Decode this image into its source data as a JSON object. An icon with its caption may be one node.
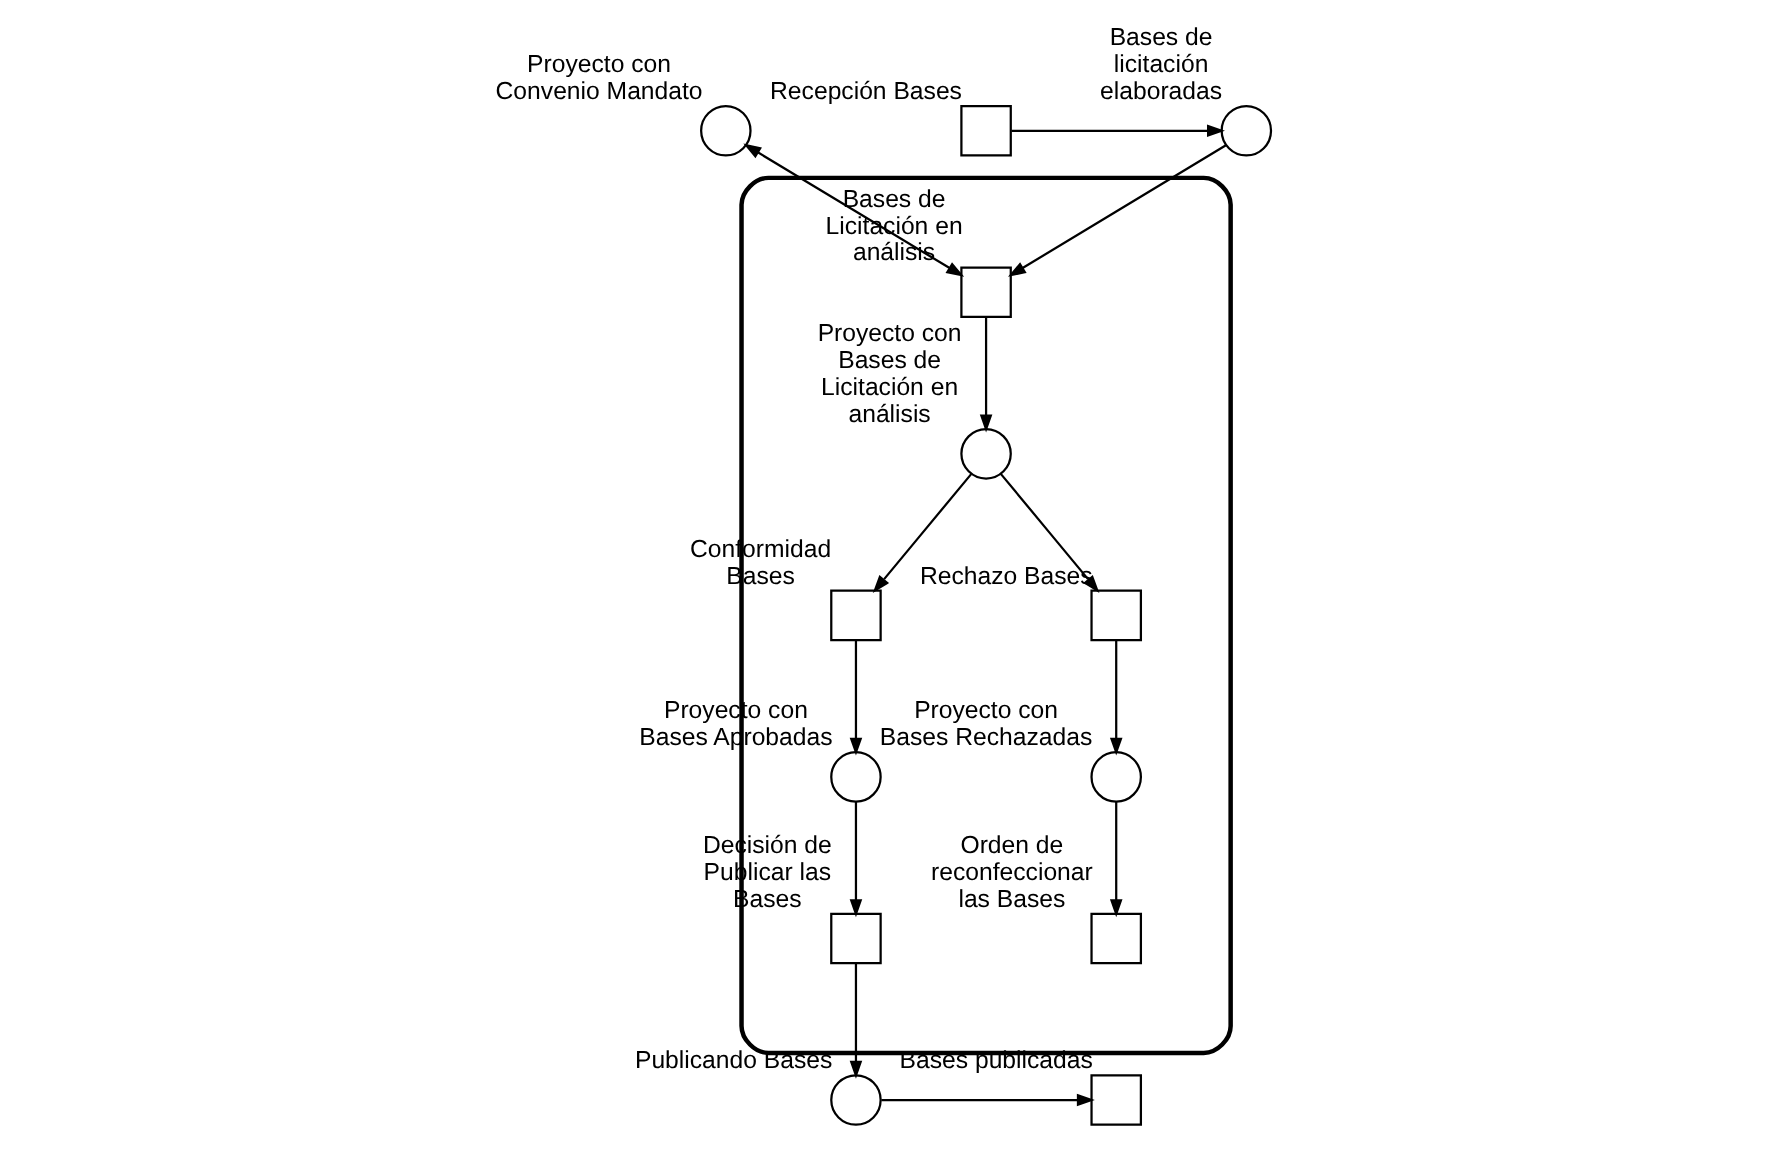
{
  "diagram": {
    "nodes": [
      {
        "text": [
          "Proyecto con Convenio Mandato"
        ]
      },
      {
        "text": [],
        "shape": "box"
      },
      {
        "text": [
          "Bases de Licitación en análisis"
        ],
        "in": 1
      },
      {
        "text": [
          "Proyecto con Bases de Licitación en análisis"
        ],
        "in": 1
      },
      {
        "text": [
          "Conformidad Bases"
        ],
        "in": 1
      },
      {
        "text": [
          "Rechazo Bases"
        ],
        "in": 1
      },
      {
        "text": [
          "Proyecto con Bases Aprobadas"
        ],
        "in": 1
      },
      {
        "text": [
          "Proyecto con Bases Rechazadas"
        ],
        "in": 1
      },
      {
        "text": [
          "Decisión de Publicar las Bases"
        ],
        "in": 1
      },
      {
        "text": [
          "Orden de reconfeccionar las Bases"
        ],
        "in": 1
      },
      {
        "text": [
          "Bases de licitación elaboradas"
        ]
      },
      {
        "text": [
          "Recepción Bases"
        ]
      },
      {
        "text": [
          "Publicando Bases"
        ]
      },
      {
        "text": [
          "Bases publicadas"
        ]
      }
    ],
    "edges": [
      {
        "from": 0,
        "to": 2,
        "arrow": "both"
      },
      {
        "from": 11,
        "to": 10,
        "arrow": "to"
      },
      {
        "from": 10,
        "to": 2,
        "arrow": "to"
      },
      {
        "from": 2,
        "to": 3,
        "arrow": "to"
      },
      {
        "from": 3,
        "to": 4,
        "arrow": "to"
      },
      {
        "from": 3,
        "to": 5,
        "arrow": "to"
      },
      {
        "from": 4,
        "to": 6,
        "arrow": "to"
      },
      {
        "from": 5,
        "to": 7,
        "arrow": "to"
      },
      {
        "from": 6,
        "to": 8,
        "arrow": "to"
      },
      {
        "from": 7,
        "to": 9,
        "arrow": "to"
      },
      {
        "from": 8,
        "to": 12,
        "arrow": "to"
      },
      {
        "from": 12,
        "to": 13,
        "arrow": "to"
      }
    ]
  }
}
